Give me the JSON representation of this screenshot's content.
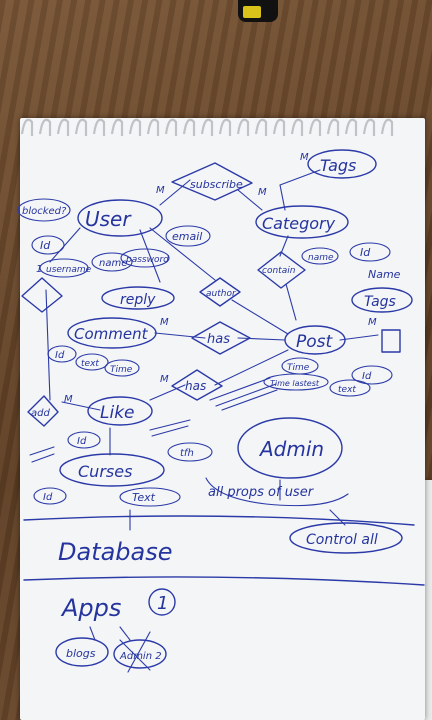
{
  "entities": {
    "user": "User",
    "category": "Category",
    "tags_top": "Tags",
    "tags": "Tags",
    "comment": "Comment",
    "post": "Post",
    "like": "Like",
    "curses": "Curses",
    "admin": "Admin"
  },
  "relationships": {
    "subscribe": "subscribe",
    "has": "has",
    "has_2": "has",
    "contain": "contain",
    "author": "author",
    "reply": "reply",
    "add": "add"
  },
  "attributes": {
    "blocked": "blocked?",
    "user_id": "Id",
    "username": "username",
    "name": "name",
    "password": "password",
    "email": "email",
    "category_name": "name",
    "category_id": "Id",
    "tags_name": "Name",
    "comment_id": "Id",
    "comment_text": "text",
    "comment_time": "Time",
    "post_time": "Time",
    "post_id": "Id",
    "post_text": "text",
    "post_lastest": "Time lastest",
    "like_id": "Id",
    "like_tfh": "tfh",
    "curses_id": "Id",
    "curses_text": "Text"
  },
  "cardinalities": {
    "c1": "M",
    "c2": "M",
    "c3": "M",
    "c4": "M",
    "c5": "M",
    "c6": "M",
    "c7": "M",
    "c8": "1"
  },
  "notes": {
    "all_props": "all props of user",
    "control_all": "Control all",
    "database": "Database",
    "apps": "Apps",
    "apps_count": "1",
    "blogs": "blogs",
    "admin2": "Admin 2"
  }
}
